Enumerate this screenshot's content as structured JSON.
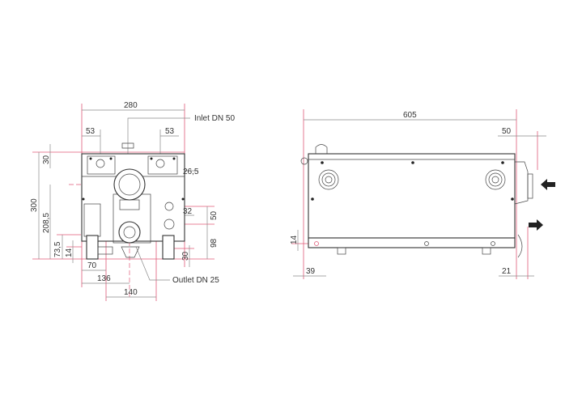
{
  "front_view": {
    "dimensions": {
      "width_overall": "280",
      "flange_left_offset": "53",
      "flange_right_offset": "53",
      "top_to_flange": "30",
      "height_overall": "300",
      "inlet_height": "208,5",
      "outlet_height": "73,5",
      "foot_height": "14",
      "side_offset": "26,5",
      "port_offset": "32",
      "port_spacing": "50",
      "port_height": "98",
      "foot_depth": "30",
      "foot_width": "70",
      "outlet_center": "136",
      "foot_spacing": "140"
    },
    "labels": {
      "inlet": "Inlet DN 50",
      "outlet": "Outlet DN 25"
    }
  },
  "side_view": {
    "dimensions": {
      "length_overall": "605",
      "inlet_protrusion": "50",
      "foot_height": "14",
      "front_offset": "39",
      "outlet_protrusion": "21"
    },
    "icons": [
      "inlet-arrow-icon",
      "outlet-arrow-icon"
    ]
  }
}
